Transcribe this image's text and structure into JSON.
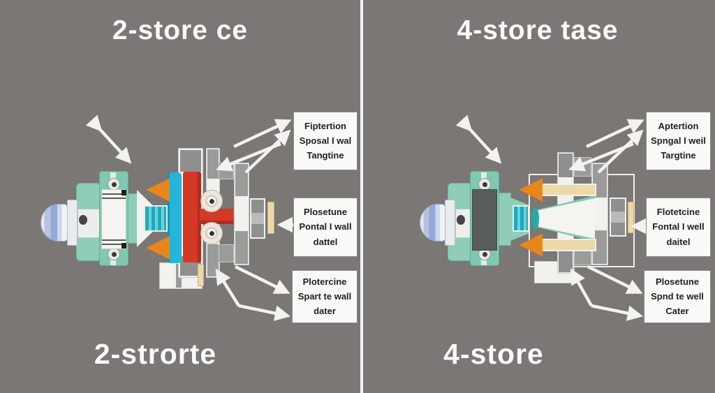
{
  "left_panel": {
    "title": "2-store ce",
    "caption": "2-strorte",
    "labels": [
      {
        "lines": [
          "Fiptertion",
          "Sposal I wal",
          "Tangtine"
        ]
      },
      {
        "lines": [
          "Plosetune",
          "Pontal I wall",
          "dattel"
        ]
      },
      {
        "lines": [
          "Plotercine",
          "Spart te wall",
          "dater"
        ]
      }
    ]
  },
  "right_panel": {
    "title": "4-store tase",
    "caption": "4-store",
    "labels": [
      {
        "lines": [
          "Aptertion",
          "Spngal I weil",
          "Targtine"
        ]
      },
      {
        "lines": [
          "Flotetcine",
          "Fontal I well",
          "daitel"
        ]
      },
      {
        "lines": [
          "Plosetune",
          "Spnd te well",
          "Cater"
        ]
      }
    ]
  },
  "icons": {
    "double-arrow-icon": "⤡",
    "label-pointer-icon": "➤",
    "flow-arrow-icon": "⬅"
  },
  "colors": {
    "background": "#7a7775",
    "divider": "#f2f1ef",
    "title-text": "#fafafa",
    "box-bg": "#f9f9f8",
    "box-border": "#8a8a88",
    "box-text": "#1f1f1f",
    "mint": "#8fcdb9",
    "teal": "#7fc8b2",
    "cyan": "#25b5d6",
    "cyan-dark": "#1fa9bc",
    "red": "#d63826",
    "orange": "#e8861c",
    "tan": "#ecd9a8",
    "metal-white": "#f1f1ee",
    "metal-gray": "#8f8f8d",
    "dark-block": "#585d5b",
    "arrow-white": "#f2f2ef"
  }
}
